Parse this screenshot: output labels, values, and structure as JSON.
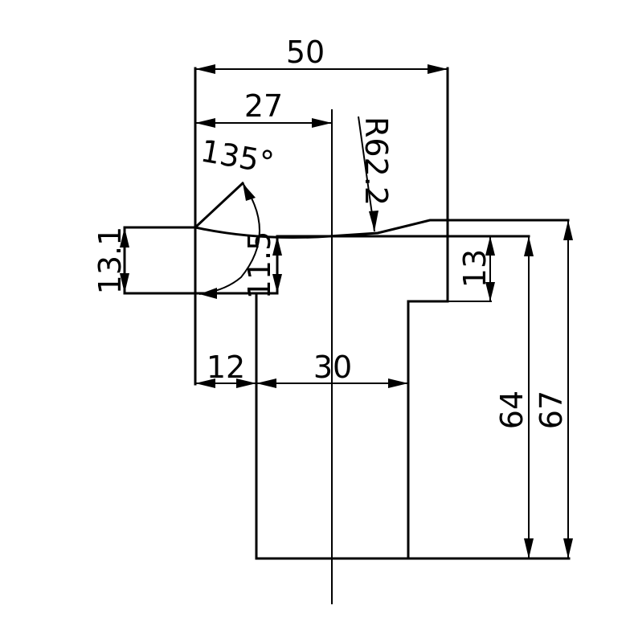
{
  "drawing": {
    "dimensions": {
      "overall_width": "50",
      "to_centerline": "27",
      "radius": "R62.2",
      "chamfer_angle": "135°",
      "left_step_height": "13.1",
      "recess_depth": "11.5",
      "right_step_height": "13",
      "left_offset": "12",
      "slot_width": "30",
      "inner_height": "64",
      "total_height": "67"
    }
  }
}
